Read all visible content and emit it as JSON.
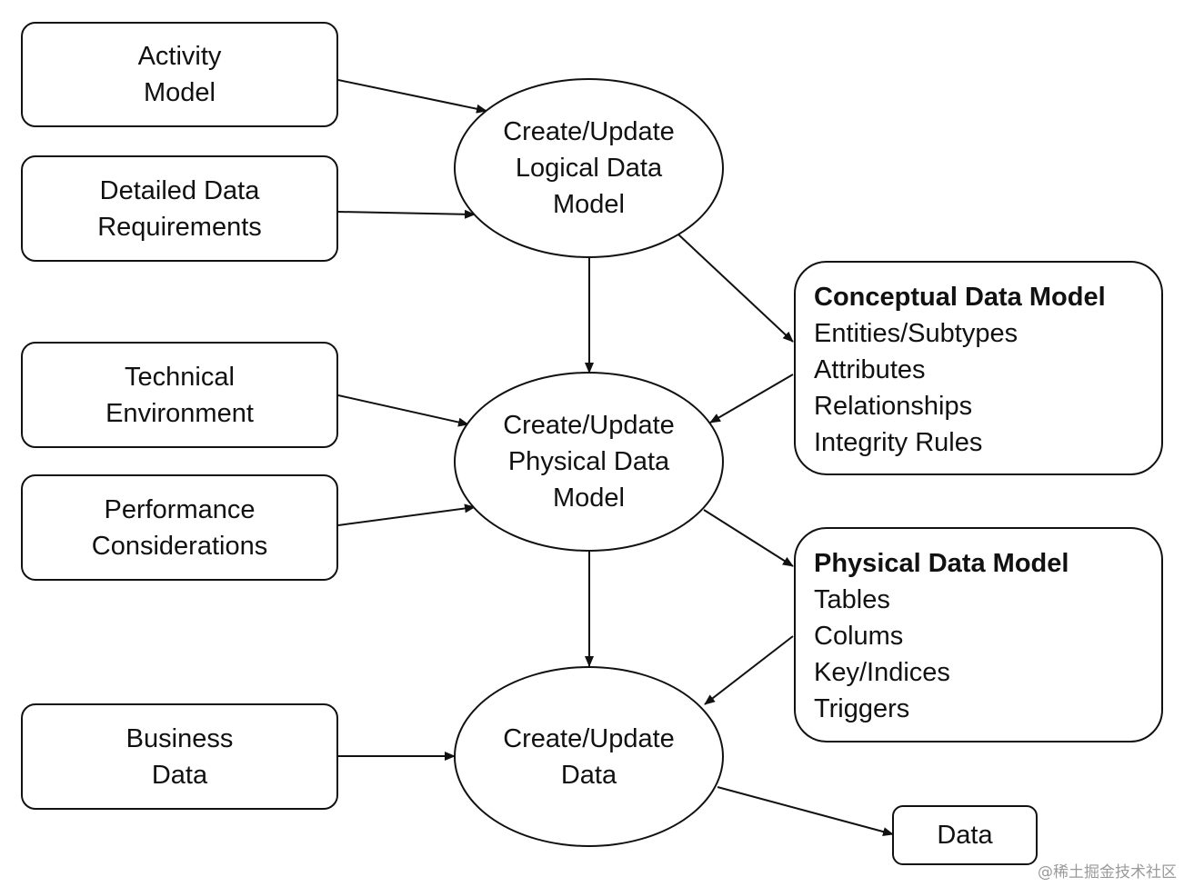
{
  "inputs": {
    "activity_model": [
      "Activity",
      "Model"
    ],
    "detailed_data_requirements": [
      "Detailed Data",
      "Requirements"
    ],
    "technical_environment": [
      "Technical",
      "Environment"
    ],
    "performance_considerations": [
      "Performance",
      "Considerations"
    ],
    "business_data": [
      "Business",
      "Data"
    ]
  },
  "processes": {
    "logical": [
      "Create/Update",
      "Logical Data",
      "Model"
    ],
    "physical": [
      "Create/Update",
      "Physical Data",
      "Model"
    ],
    "data": [
      "Create/Update",
      "Data"
    ]
  },
  "conceptual_model": {
    "title": "Conceptual Data Model",
    "items": [
      "Entities/Subtypes",
      "Attributes",
      "Relationships",
      "Integrity Rules"
    ]
  },
  "physical_model": {
    "title": "Physical Data Model",
    "items": [
      "Tables",
      "Colums",
      "Key/Indices",
      "Triggers"
    ]
  },
  "output": {
    "label": "Data"
  },
  "watermark": "@稀土掘金技术社区"
}
